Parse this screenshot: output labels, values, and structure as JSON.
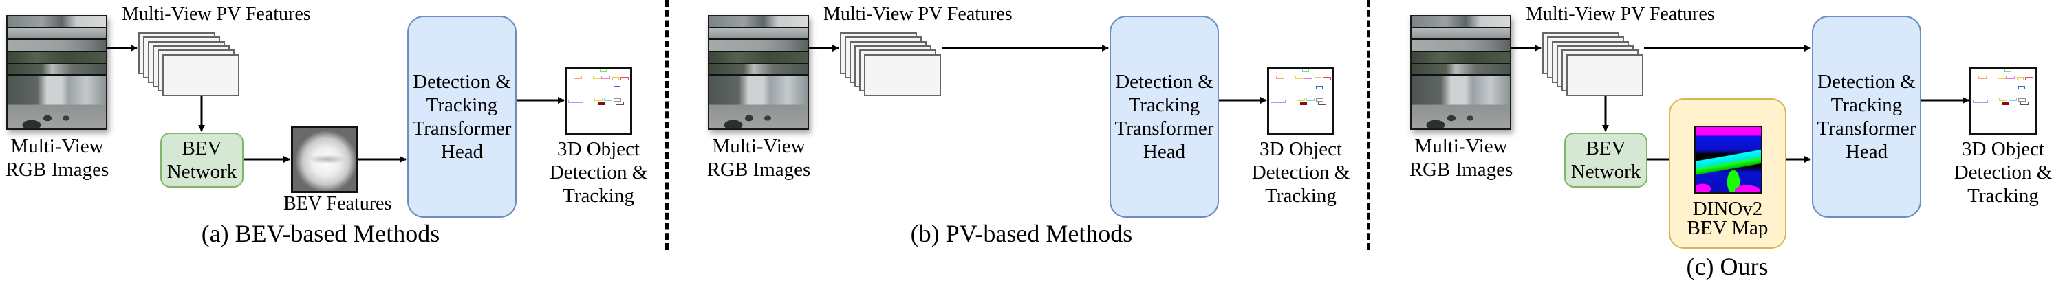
{
  "figure": {
    "panels": [
      {
        "id": "a",
        "caption": "(a) BEV-based Methods",
        "rgb_label": [
          "Multi-View",
          "RGB Images"
        ],
        "pv_label": "Multi-View PV Features",
        "bev_network_label": [
          "BEV",
          "Network"
        ],
        "bev_features_label": "BEV Features",
        "head_label": [
          "Detection &",
          "Tracking",
          "Transformer",
          "Head"
        ],
        "output_label": [
          "3D Object",
          "Detection &",
          "Tracking"
        ]
      },
      {
        "id": "b",
        "caption": "(b) PV-based Methods",
        "rgb_label": [
          "Multi-View",
          "RGB Images"
        ],
        "pv_label": "Multi-View PV Features",
        "head_label": [
          "Detection &",
          "Tracking",
          "Transformer",
          "Head"
        ],
        "output_label": [
          "3D Object",
          "Detection &",
          "Tracking"
        ]
      },
      {
        "id": "c",
        "caption": "(c) Ours",
        "rgb_label": [
          "Multi-View",
          "RGB Images"
        ],
        "pv_label": "Multi-View PV Features",
        "bev_network_label": [
          "BEV",
          "Network"
        ],
        "dino_label": [
          "DINOv2",
          "BEV Map"
        ],
        "head_label": [
          "Detection &",
          "Tracking",
          "Transformer",
          "Head"
        ],
        "output_label": [
          "3D Object",
          "Detection &",
          "Tracking"
        ]
      }
    ],
    "colors": {
      "bev_network_fill": "#d5e8d4",
      "bev_network_border": "#82b366",
      "head_fill": "#dae8fc",
      "head_border": "#6c8ebf",
      "dino_fill": "#fff2cc",
      "dino_border": "#d6b656",
      "pv_card_fill": "#f5f5f5",
      "pv_card_border": "#666666"
    },
    "detections": [
      {
        "color": "#f4a37a"
      },
      {
        "color": "#e8d84a"
      },
      {
        "color": "#e27ae6"
      },
      {
        "color": "#e8c23a"
      },
      {
        "color": "#e54b5c"
      },
      {
        "color": "#7fe6e6"
      },
      {
        "color": "#9aa3f0"
      },
      {
        "color": "#e8d84a"
      },
      {
        "color": "#6fd7f0"
      },
      {
        "color": "#9a8f88"
      },
      {
        "color": "#8b0c0c"
      },
      {
        "color": "#555555"
      },
      {
        "color": "#7be07b"
      },
      {
        "color": "#3a62d8"
      }
    ]
  }
}
